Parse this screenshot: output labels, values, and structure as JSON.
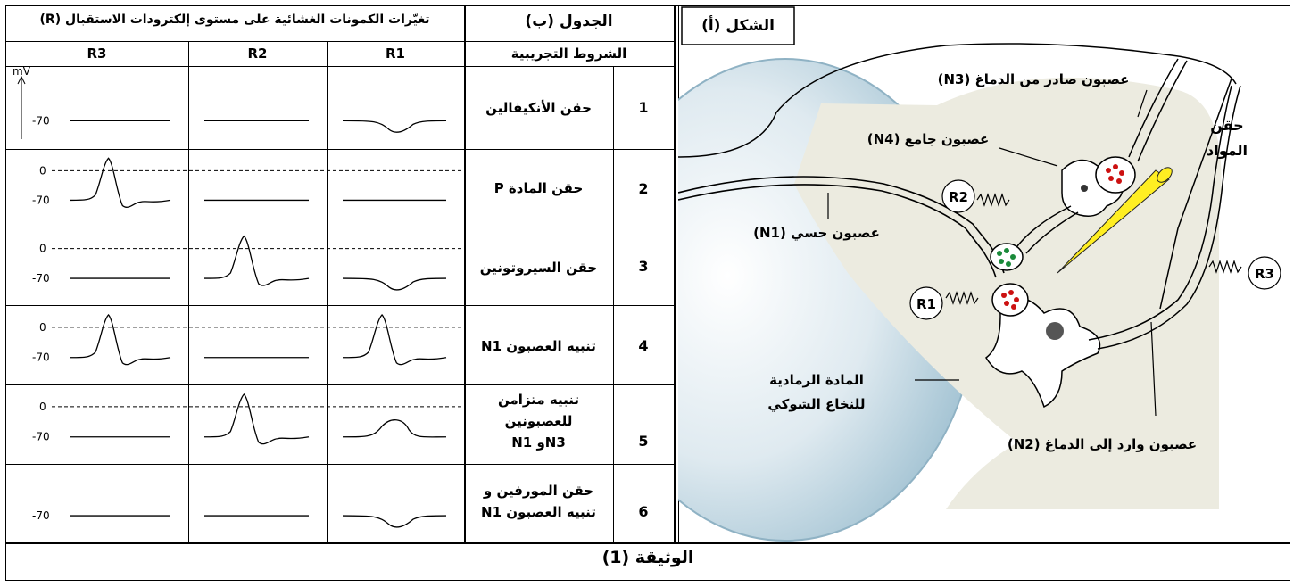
{
  "table": {
    "title": "الجدول (ب)",
    "potentials_header": "تغيّرات الكمونات الغشائية على مستوى إلكترودات الاستقبال (R)",
    "conditions_header": "الشروط التجريبية",
    "columns": [
      "R3",
      "R2",
      "R1"
    ],
    "unit": "mV",
    "tick_zero": "0",
    "tick_rest": "-70",
    "rows": [
      {
        "num": "1",
        "condition": "حقن الأنكيفالين",
        "r3": "flat",
        "r2": "flat",
        "r1": "hyper",
        "zero_line": false
      },
      {
        "num": "2",
        "condition": "حقن المادة P",
        "r3": "spike",
        "r2": "flat",
        "r1": "flat",
        "zero_line": true
      },
      {
        "num": "3",
        "condition": "حقن السيروتونين",
        "r3": "flat",
        "r2": "spike",
        "r1": "hyper",
        "zero_line": true
      },
      {
        "num": "4",
        "condition": "تنبيه العصبون N1",
        "r3": "spike",
        "r2": "flat",
        "r1": "spike",
        "zero_line": true
      },
      {
        "num": "5",
        "condition_lines": [
          "تنبيه متزامن",
          "للعصبونين",
          "N3و N1"
        ],
        "r3": "flat",
        "r2": "spike",
        "r1": "hump",
        "zero_line": true
      },
      {
        "num": "6",
        "condition_lines": [
          "حقن المورفين و",
          "تنبيه العصبون N1"
        ],
        "r3": "flat",
        "r2": "flat",
        "r1": "hyper",
        "zero_line": false
      }
    ]
  },
  "figure": {
    "title": "الشكل (أ)",
    "n3_label": "عصبون صادر من الدماغ (N3)",
    "n4_label": "عصبون جامع (N4)",
    "n1_label": "عصبون حسي (N1)",
    "n2_label": "عصبون وارد إلى الدماغ (N2)",
    "injection_label_1": "حقن",
    "injection_label_2": "المواد",
    "grey_matter_1": "المادة الرمادية",
    "grey_matter_2": "للنخاع الشوكي",
    "r1": "R1",
    "r2": "R2",
    "r3": "R3"
  },
  "footer": "الوثيقة (1)"
}
